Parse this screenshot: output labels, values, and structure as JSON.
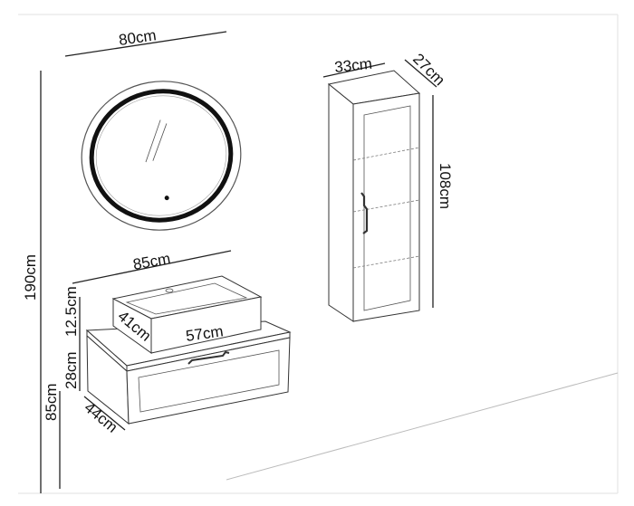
{
  "dimensions": {
    "mirror_width": "80cm",
    "total_height": "190cm",
    "vanity_width": "85cm",
    "basin_height": "12.5cm",
    "basin_depth": "41cm",
    "basin_width": "57cm",
    "vanity_height": "28cm",
    "mount_height": "85cm",
    "vanity_depth": "44cm",
    "cabinet_width": "33cm",
    "cabinet_depth": "27cm",
    "cabinet_height": "108cm"
  }
}
